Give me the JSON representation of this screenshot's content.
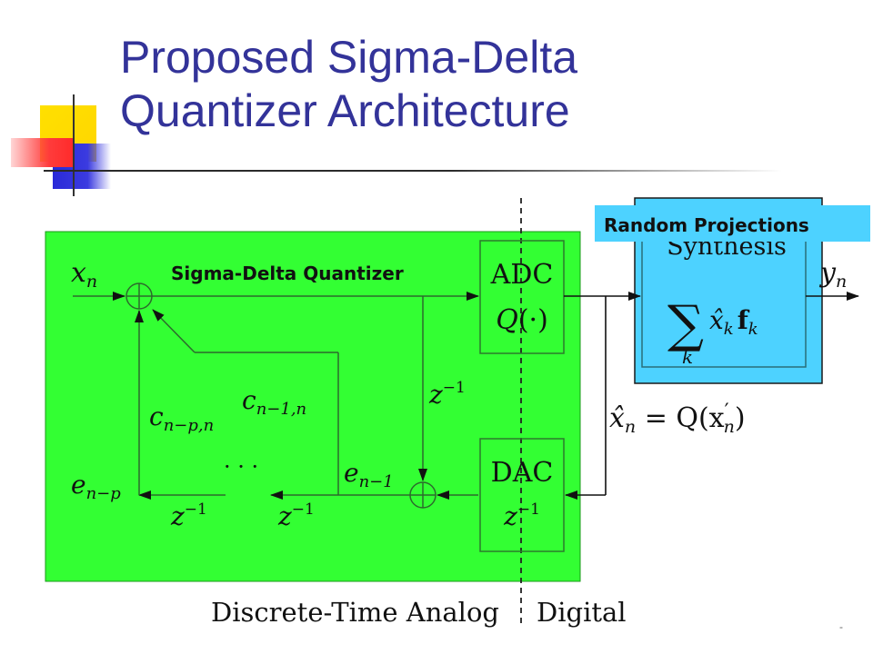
{
  "slide": {
    "title_line1": "Proposed Sigma-Delta",
    "title_line2": "Quantizer Architecture",
    "page_marker": "-"
  },
  "diagram": {
    "highlight_color": "#33ff33",
    "projection_color": "#4dd2ff",
    "title_color": "#333399",
    "labels": {
      "sigma_delta_quantizer": "Sigma-Delta Quantizer",
      "random_projections": "Random Projections"
    },
    "blocks": {
      "adc_title": "ADC",
      "adc_q": "Q",
      "adc_arg": "(·)",
      "dac_title": "DAC",
      "dac_z": "z",
      "dac_exp": "−1",
      "synthesis_title": "Synthesis",
      "sum_symbol": "∑",
      "sum_index": "k",
      "sum_xhat": "x̂",
      "sum_xsub": "k",
      "sum_f": "f",
      "sum_fsub": "k"
    },
    "signals": {
      "input_x": "x",
      "input_sub": "n",
      "output_y": "y",
      "output_sub": "n",
      "eq_lhs": "x̂",
      "eq_lhs_sub": "n",
      "eq_rhs_pre": " = Q(x",
      "eq_prime": "′",
      "eq_sub": "n",
      "eq_close": ")",
      "coef_p_c": "c",
      "coef_p_sub": "n−p,n",
      "coef_1_c": "c",
      "coef_1_sub": "n−1,n",
      "delay_mid_z": "z",
      "delay_mid_exp": "−1",
      "delay_right_z": "z",
      "delay_right_exp": "−1",
      "delay_left_z": "z",
      "delay_left_exp": "−1",
      "e_p": "e",
      "e_p_sub": "n−p",
      "e_1": "e",
      "e_1_sub": "n−1",
      "ellipsis": "· · ·"
    },
    "domains": {
      "left": "Discrete-Time Analog",
      "right": "Digital"
    }
  }
}
